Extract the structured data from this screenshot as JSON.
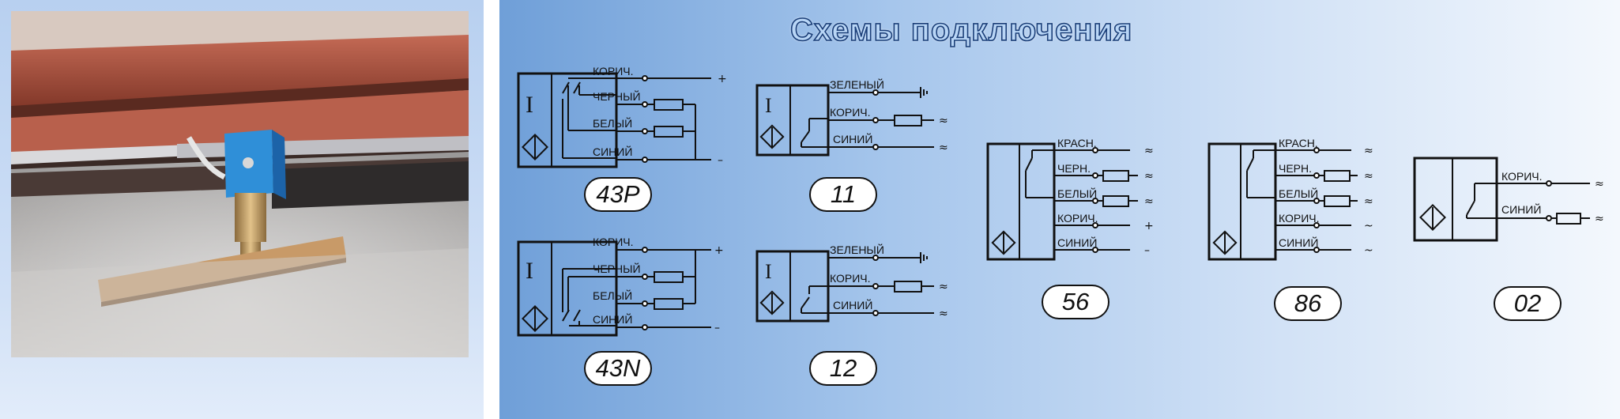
{
  "title": "Схемы подключения",
  "wire_labels": {
    "brown": "КОРИЧ.",
    "black": "ЧЕРНЫЙ",
    "white": "БЕЛЫЙ",
    "blue": "СИНИЙ",
    "green": "ЗЕЛЕНЫЙ",
    "red_short": "КРАСН.",
    "black_short": "ЧЕРН.",
    "white_short": "БЕЛЫЙ",
    "brown_short": "КОРИЧ.",
    "blue_short": "СИНИЙ",
    "brown_02": "КОРИЧ.",
    "blue_02": "СИНИЙ"
  },
  "symbols": {
    "plus": "+",
    "minus": "–",
    "ac": "≈",
    "tilde": "~",
    "sensor_letter": "I"
  },
  "codes": {
    "d43p": "43P",
    "d43n": "43N",
    "d11": "11",
    "d12": "12",
    "d56": "56",
    "d86": "86",
    "d02": "02"
  },
  "colors": {
    "panel_gradient_start": "#6f9fd8",
    "panel_gradient_end": "#f4f8fd",
    "title_fill": "#b9d6f6",
    "title_stroke": "#1a3e78",
    "line": "#111111",
    "bracket_mount": "#2f8fd8",
    "beam_red": "#a84d3a"
  }
}
